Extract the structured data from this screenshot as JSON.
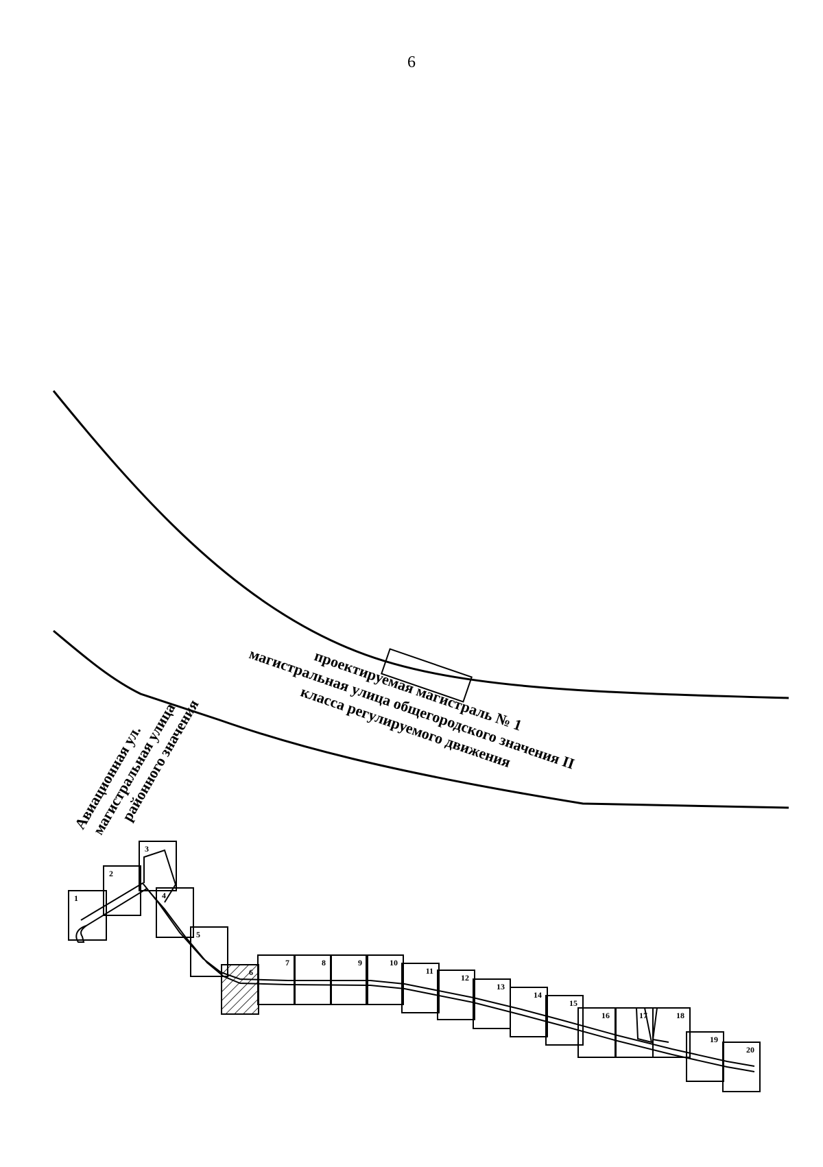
{
  "page_number": "6",
  "main_road": {
    "label_line1": "проектируемая магистраль № 1",
    "label_line2": "магистральная улица общегородского значения II",
    "label_line3": "класса регулируемого движения"
  },
  "side_street": {
    "label_line1": "Авиационная ул.",
    "label_line2": "магистральная улица",
    "label_line3": "районного значения"
  },
  "sheets": [
    "1",
    "2",
    "3",
    "4",
    "5",
    "6",
    "7",
    "8",
    "9",
    "10",
    "11",
    "12",
    "13",
    "14",
    "15",
    "16",
    "17",
    "18",
    "19",
    "20"
  ],
  "highlighted_sheet": "6"
}
